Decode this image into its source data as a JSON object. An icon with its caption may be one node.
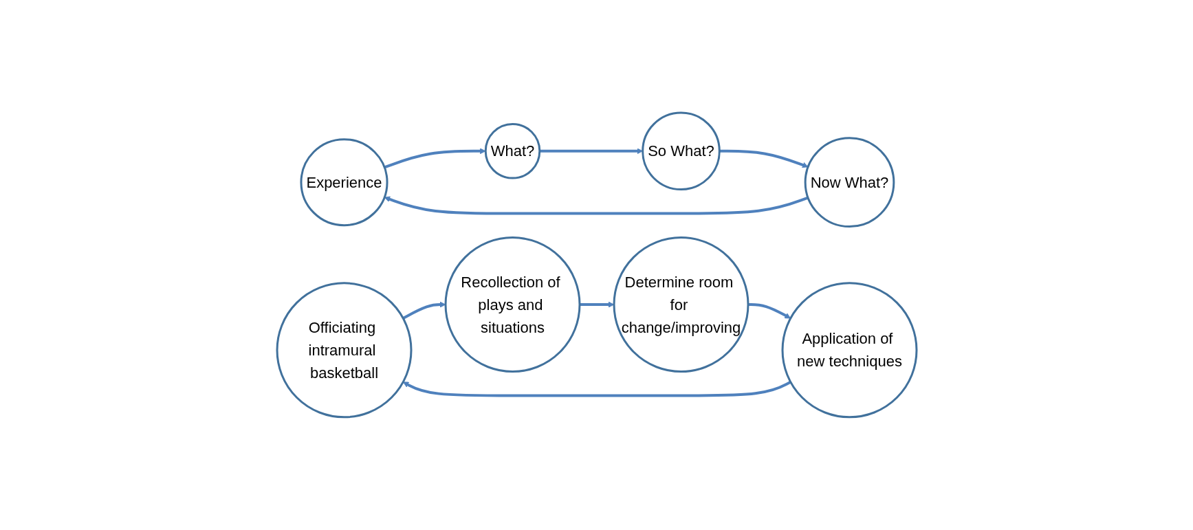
{
  "diagram": {
    "nodes": [
      {
        "text": [
          "Experience"
        ]
      },
      {
        "text": [
          "What?"
        ]
      },
      {
        "text": [
          "So What?"
        ]
      },
      {
        "text": [
          "Now What?"
        ]
      },
      {
        "text": [
          "Officiating intramural basketball"
        ]
      },
      {
        "text": [
          "Recollection of plays and situations"
        ]
      },
      {
        "text": [
          "Determine room for change/improving"
        ]
      },
      {
        "text": [
          "Application of new techniques"
        ]
      }
    ],
    "edges": [
      {
        "from": 0,
        "to": 1,
        "arrow": "to"
      },
      {
        "from": 1,
        "to": 2,
        "arrow": "to"
      },
      {
        "from": 2,
        "to": 3,
        "arrow": "to"
      },
      {
        "from": 3,
        "to": 0,
        "arrow": "to"
      },
      {
        "from": 4,
        "to": 5,
        "arrow": "to"
      },
      {
        "from": 5,
        "to": 6,
        "arrow": "to"
      },
      {
        "from": 6,
        "to": 7,
        "arrow": "to"
      },
      {
        "from": 7,
        "to": 4,
        "arrow": "to"
      }
    ]
  }
}
